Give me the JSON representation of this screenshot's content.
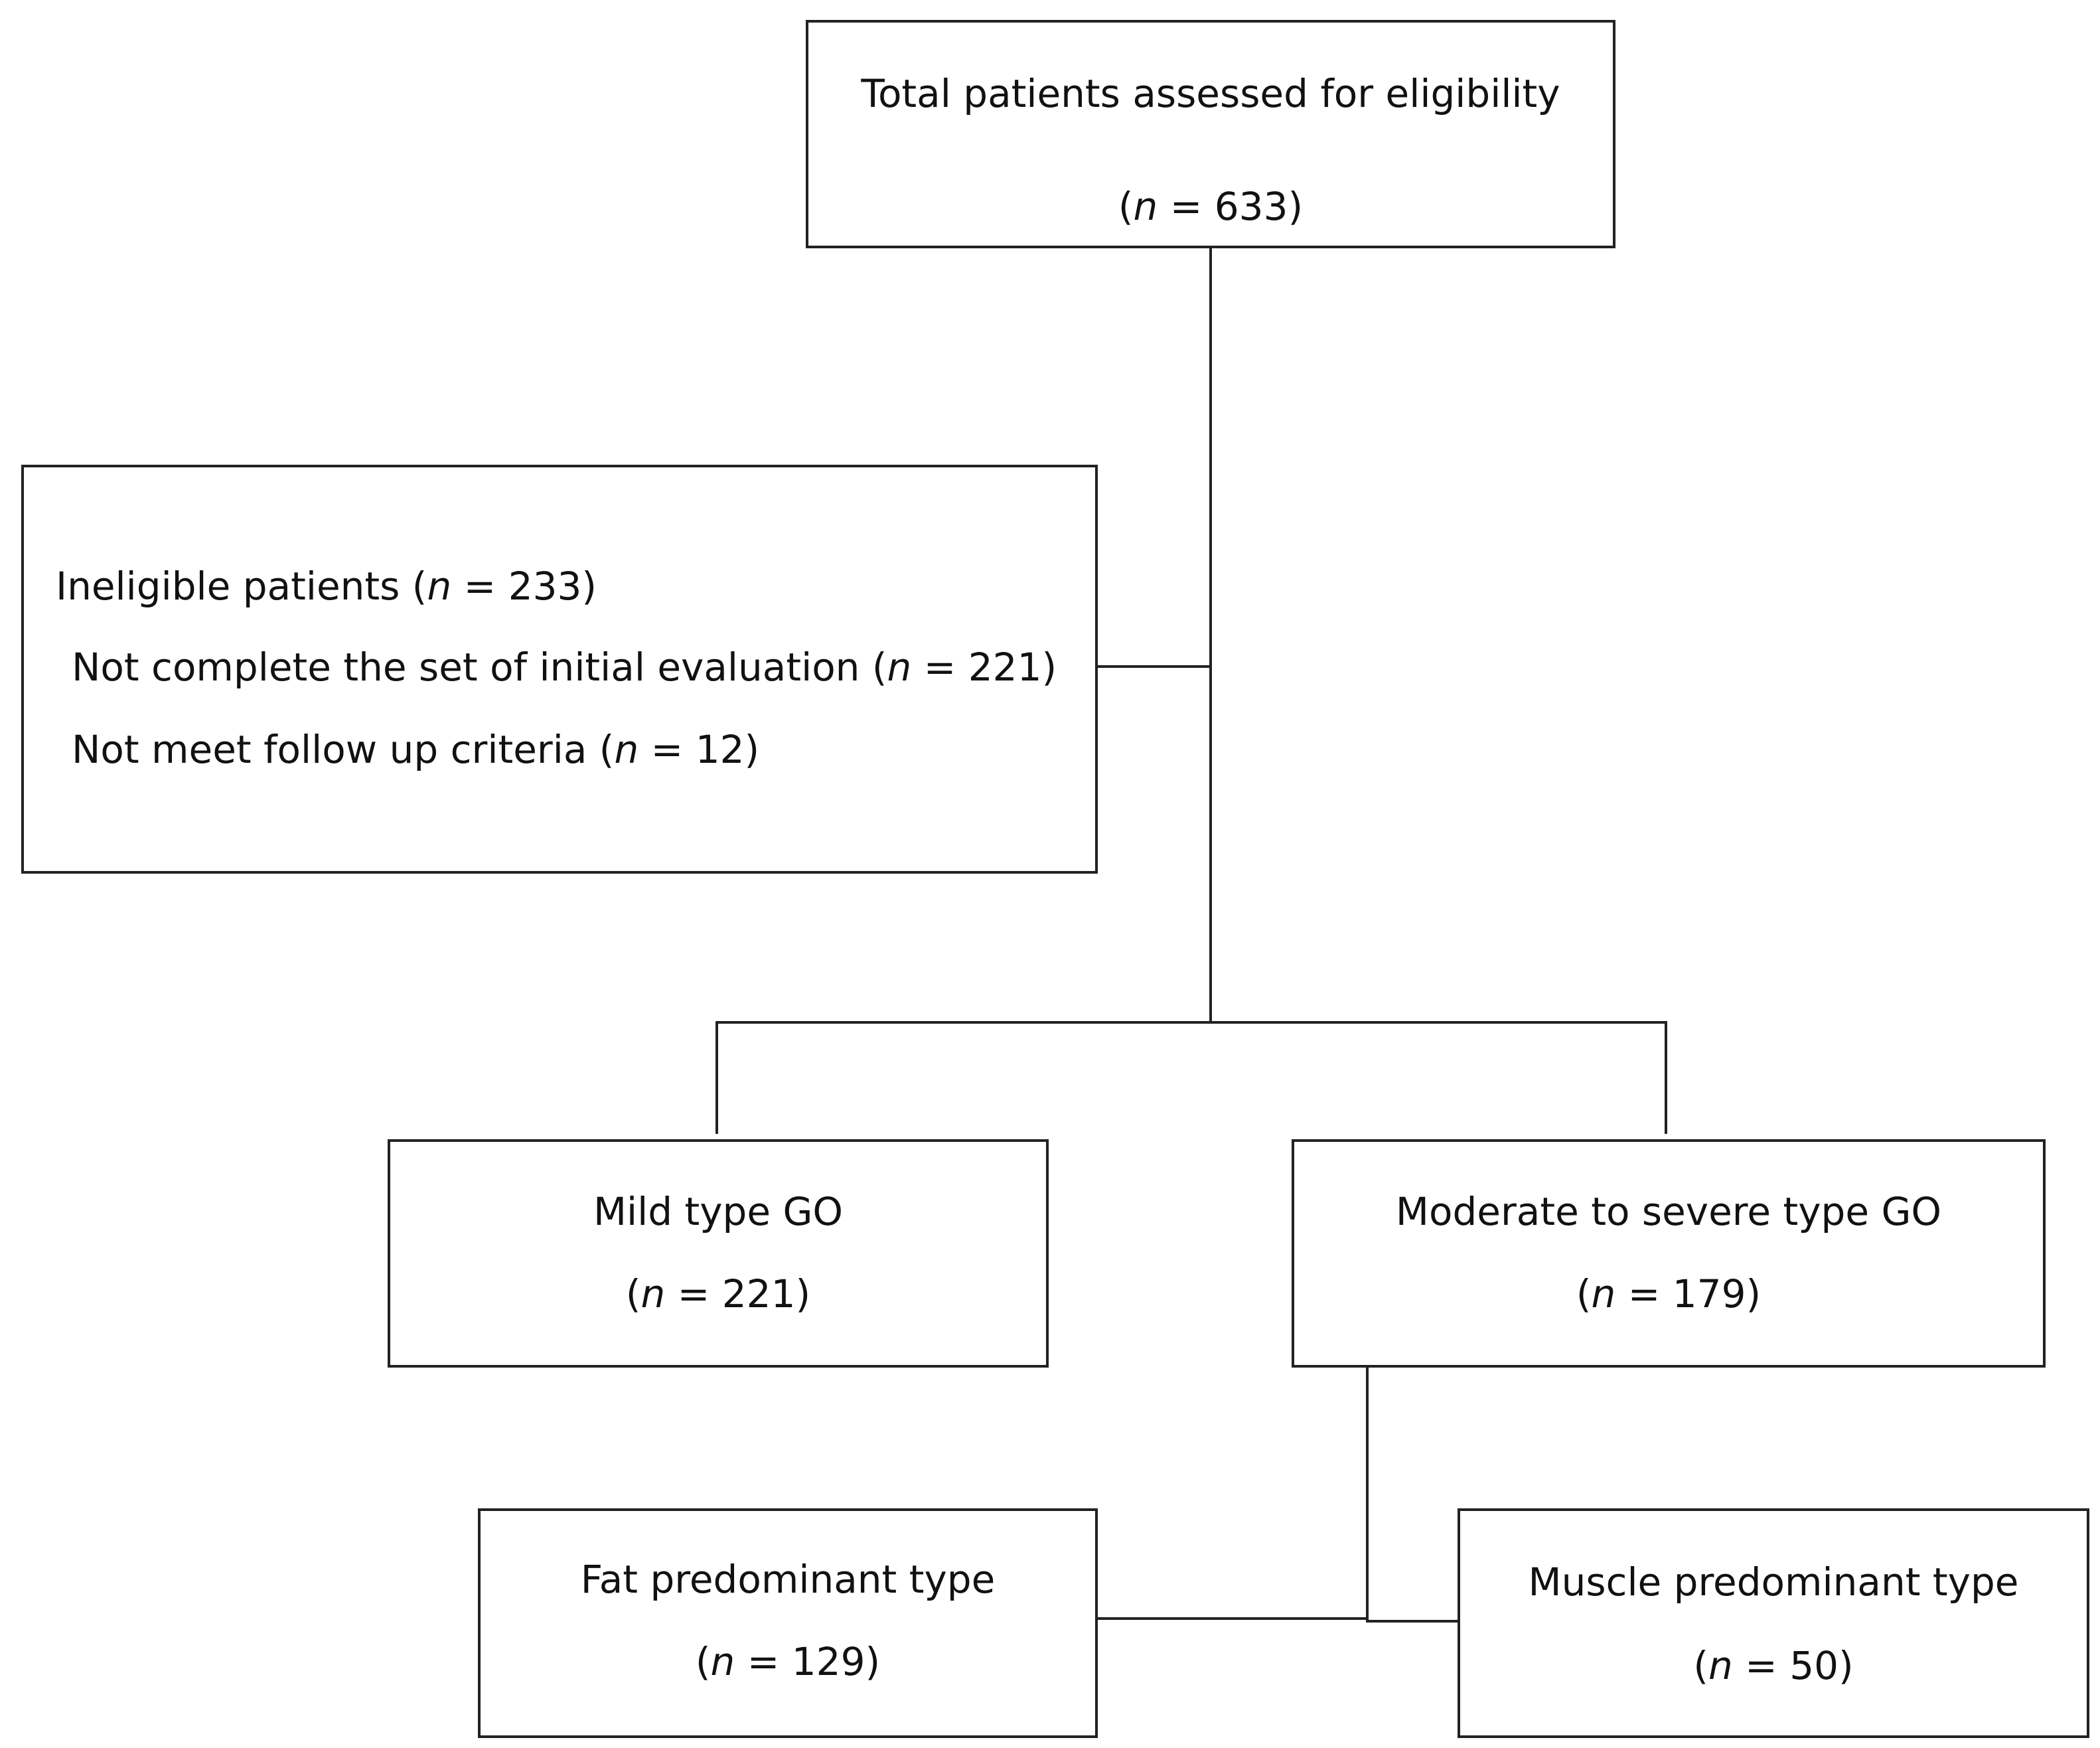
{
  "boxes": {
    "total": {
      "title": "Total patients assessed for eligibility",
      "n_label": "n",
      "n_value": "633"
    },
    "ineligible": {
      "title": "Ineligible patients",
      "n_label": "n",
      "n_value": "233",
      "reasons": [
        {
          "text": "Not complete the set of initial evaluation",
          "n_label": "n",
          "n_value": "221"
        },
        {
          "text": "Not meet follow up criteria",
          "n_label": "n",
          "n_value": "12"
        }
      ]
    },
    "mild": {
      "title": "Mild type GO",
      "n_label": "n",
      "n_value": "221"
    },
    "moderate": {
      "title": "Moderate to severe type GO",
      "n_label": "n",
      "n_value": "179"
    },
    "fat": {
      "title": "Fat predominant type",
      "n_label": "n",
      "n_value": "129"
    },
    "muscle": {
      "title": "Muscle predominant type",
      "n_label": "n",
      "n_value": "50"
    }
  }
}
